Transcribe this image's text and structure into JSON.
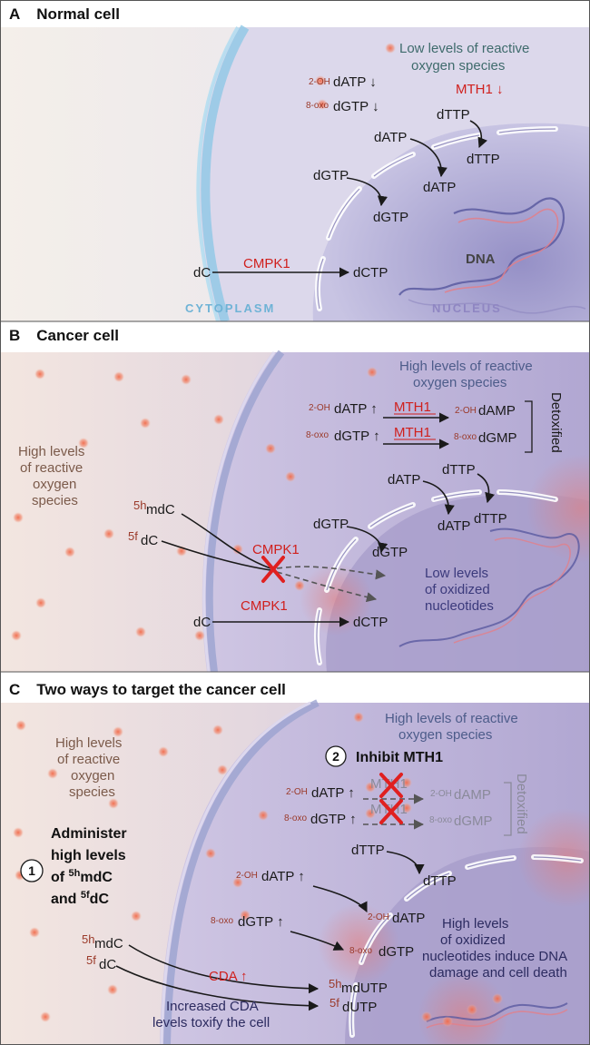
{
  "panelA": {
    "letter": "A",
    "title": "Normal cell",
    "ros_label_line1": "Low levels of reactive",
    "ros_label_line2": "oxygen species",
    "mth1": "MTH1 ↓",
    "ohdatp_prefix": "2-OH",
    "ohdatp": "dATP ↓",
    "oxodgtp_prefix": "8-oxo",
    "oxodgtp": "dGTP ↓",
    "dttp_out": "dTTP",
    "dttp_in": "dTTP",
    "datp_out": "dATP",
    "datp_in": "dATP",
    "dgtp_out": "dGTP",
    "dgtp_in": "dGTP",
    "cmpk1": "CMPK1",
    "dc": "dC",
    "dctp": "dCTP",
    "dna": "DNA",
    "cytoplasm": "CYTOPLASM",
    "nucleus": "NUCLEUS"
  },
  "panelB": {
    "letter": "B",
    "title": "Cancer cell",
    "ros_in_1": "High levels of reactive",
    "ros_in_2": "oxygen species",
    "ros_out_1": "High levels",
    "ros_out_2": "of reactive",
    "ros_out_3": "oxygen",
    "ros_out_4": "species",
    "ohdatp_prefix": "2-OH",
    "ohdatp": "dATP ↑",
    "mth1_a": "MTH1",
    "ohdamp_prefix": "2-OH",
    "ohdamp": "dAMP",
    "oxodgtp_prefix": "8-oxo",
    "oxodgtp": "dGTP ↑",
    "mth1_b": "MTH1",
    "oxodgmp_prefix": "8-oxo",
    "oxodgmp": "dGMP",
    "detoxified": "Detoxified",
    "datp_out": "dATP",
    "dttp_out": "dTTP",
    "datp_in": "dATP",
    "dttp_in": "dTTP",
    "dgtp_out": "dGTP",
    "dgtp_in": "dGTP",
    "shmdc_sup": "5h",
    "shmdc": "mdC",
    "sfdc_sup": "5f",
    "sfdc": "dC",
    "cmpk1_blocked": "CMPK1",
    "low_ox_1": "Low levels",
    "low_ox_2": "of oxidized",
    "low_ox_3": "nucleotides",
    "cmpk1": "CMPK1",
    "dc": "dC",
    "dctp": "dCTP"
  },
  "panelC": {
    "letter": "C",
    "title": "Two ways to target the cancer cell",
    "ros_in_1": "High levels of reactive",
    "ros_in_2": "oxygen species",
    "ros_out_1": "High levels",
    "ros_out_2": "of reactive",
    "ros_out_3": "oxygen",
    "ros_out_4": "species",
    "step2_num": "2",
    "step2": "Inhibit MTH1",
    "ohdatp_prefix": "2-OH",
    "ohdatp": "dATP ↑",
    "mth1_a": "MTH1",
    "ohdamp_prefix": "2-OH",
    "ohdamp": "dAMP",
    "oxodgtp_prefix": "8-oxo",
    "oxodgtp": "dGTP ↑",
    "mth1_b": "MTH1",
    "oxodgmp_prefix": "8-oxo",
    "oxodgmp": "dGMP",
    "detoxified": "Detoxified",
    "step1_num": "1",
    "step1_l1": "Administer",
    "step1_l2": "high levels",
    "step1_l3_pre": "of ",
    "step1_l3_sup": "5h",
    "step1_l3_post": "mdC",
    "step1_l4_pre": "and ",
    "step1_l4_sup": "5f",
    "step1_l4_post": "dC",
    "dttp_out": "dTTP",
    "dttp_in": "dTTP",
    "ohdatp2_prefix": "2-OH",
    "ohdatp2": "dATP ↑",
    "ohdatp3_prefix": "2-OH",
    "ohdatp3": "dATP",
    "oxodgtp2_prefix": "8-oxo",
    "oxodgtp2": "dGTP ↑",
    "oxodgtp3_prefix": "8-oxo",
    "oxodgtp3": "dGTP",
    "high_ox_1": "High levels",
    "high_ox_2": "of oxidized",
    "high_ox_3": "nucleotides induce DNA",
    "high_ox_4": "damage and cell death",
    "shmdc_sup": "5h",
    "shmdc": "mdC",
    "sfdc_sup": "5f",
    "sfdc": "dC",
    "cda": "CDA ↑",
    "shmdutp_sup": "5h",
    "shmdutp": "mdUTP",
    "sfdutp_sup": "5f",
    "sfdutp": "dUTP",
    "cda_note_1": "Increased CDA",
    "cda_note_2": "levels toxify the cell"
  },
  "colors": {
    "cytoplasm_label": "#6fb3d6",
    "nucleus_label": "#8f86c2",
    "red_text": "#d0201d",
    "ros_dot": "#ee6a4c"
  }
}
